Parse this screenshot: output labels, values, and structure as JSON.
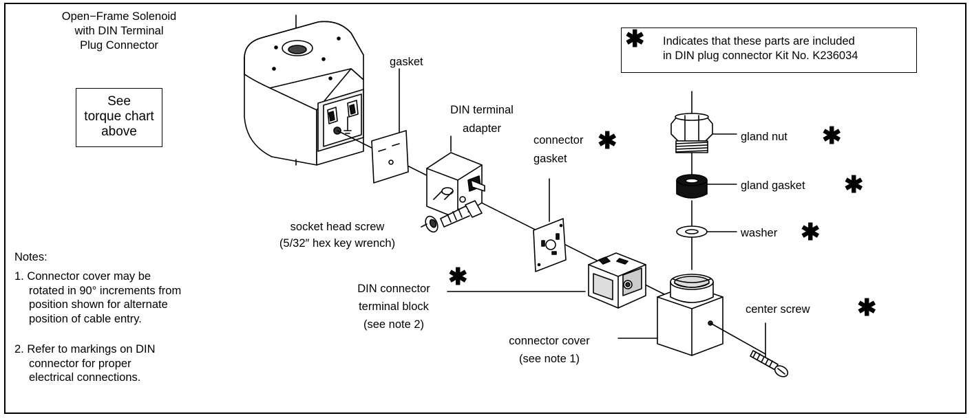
{
  "title": [
    "Open−Frame Solenoid",
    "with DIN Terminal",
    "Plug Connector"
  ],
  "torque_note": [
    "See",
    "torque chart",
    "above"
  ],
  "legend": {
    "symbol": "✱",
    "text_line1": "Indicates that these parts are included",
    "text_line2": "in DIN plug connector Kit No. K236034"
  },
  "labels": {
    "gasket": "gasket",
    "din_terminal_adapter": [
      "DIN terminal",
      "adapter"
    ],
    "connector_gasket": [
      "connector",
      "gasket"
    ],
    "socket_head_screw": [
      "socket head screw",
      "(5/32″ hex key wrench)"
    ],
    "din_connector_terminal_block": [
      "DIN connector",
      "terminal block",
      "(see note 2)"
    ],
    "connector_cover": [
      "connector cover",
      "(see note 1)"
    ],
    "gland_nut": "gland nut",
    "gland_gasket": "gland gasket",
    "washer": "washer",
    "center_screw": "center screw"
  },
  "notes": {
    "heading": "Notes:",
    "items": [
      [
        "1.  Connector cover may be",
        "rotated in 90° increments from",
        "position shown for alternate",
        "position of cable entry."
      ],
      [
        "2.  Refer to markings on DIN",
        "connector for proper",
        "electrical connections."
      ]
    ]
  },
  "kit_part_symbol": "✱",
  "colors": {
    "line": "#000000",
    "part_fill": "#ffffff",
    "shade": "#cfcfcf",
    "dark": "#111111"
  }
}
